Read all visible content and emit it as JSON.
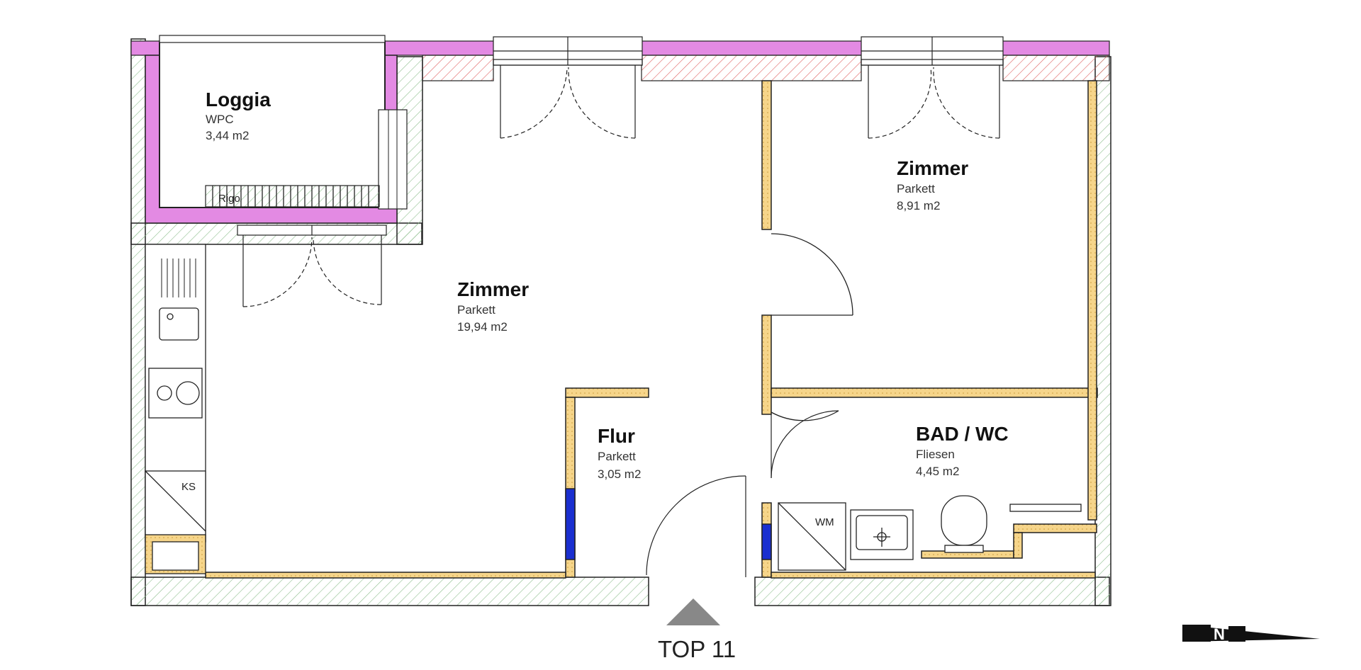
{
  "rooms": {
    "loggia": {
      "name": "Loggia",
      "floor": "WPC",
      "area": "3,44 m2"
    },
    "living": {
      "name": "Zimmer",
      "floor": "Parkett",
      "area": "19,94 m2"
    },
    "bedroom": {
      "name": "Zimmer",
      "floor": "Parkett",
      "area": "8,91 m2"
    },
    "hall": {
      "name": "Flur",
      "floor": "Parkett",
      "area": "3,05 m2"
    },
    "bath": {
      "name": "BAD / WC",
      "floor": "Fliesen",
      "area": "4,45 m2"
    }
  },
  "labels": {
    "fridge": "KS",
    "washer": "WM",
    "rigo": "Rigo",
    "unit": "TOP 11",
    "north": "N"
  },
  "colors": {
    "wall_exterior": "#e38ae3",
    "insulation": "#f0c060",
    "window_blue": "#1a2fd0",
    "outline": "#222222",
    "hatch_green": "#8fbf8f",
    "hatch_red": "#e06060"
  }
}
